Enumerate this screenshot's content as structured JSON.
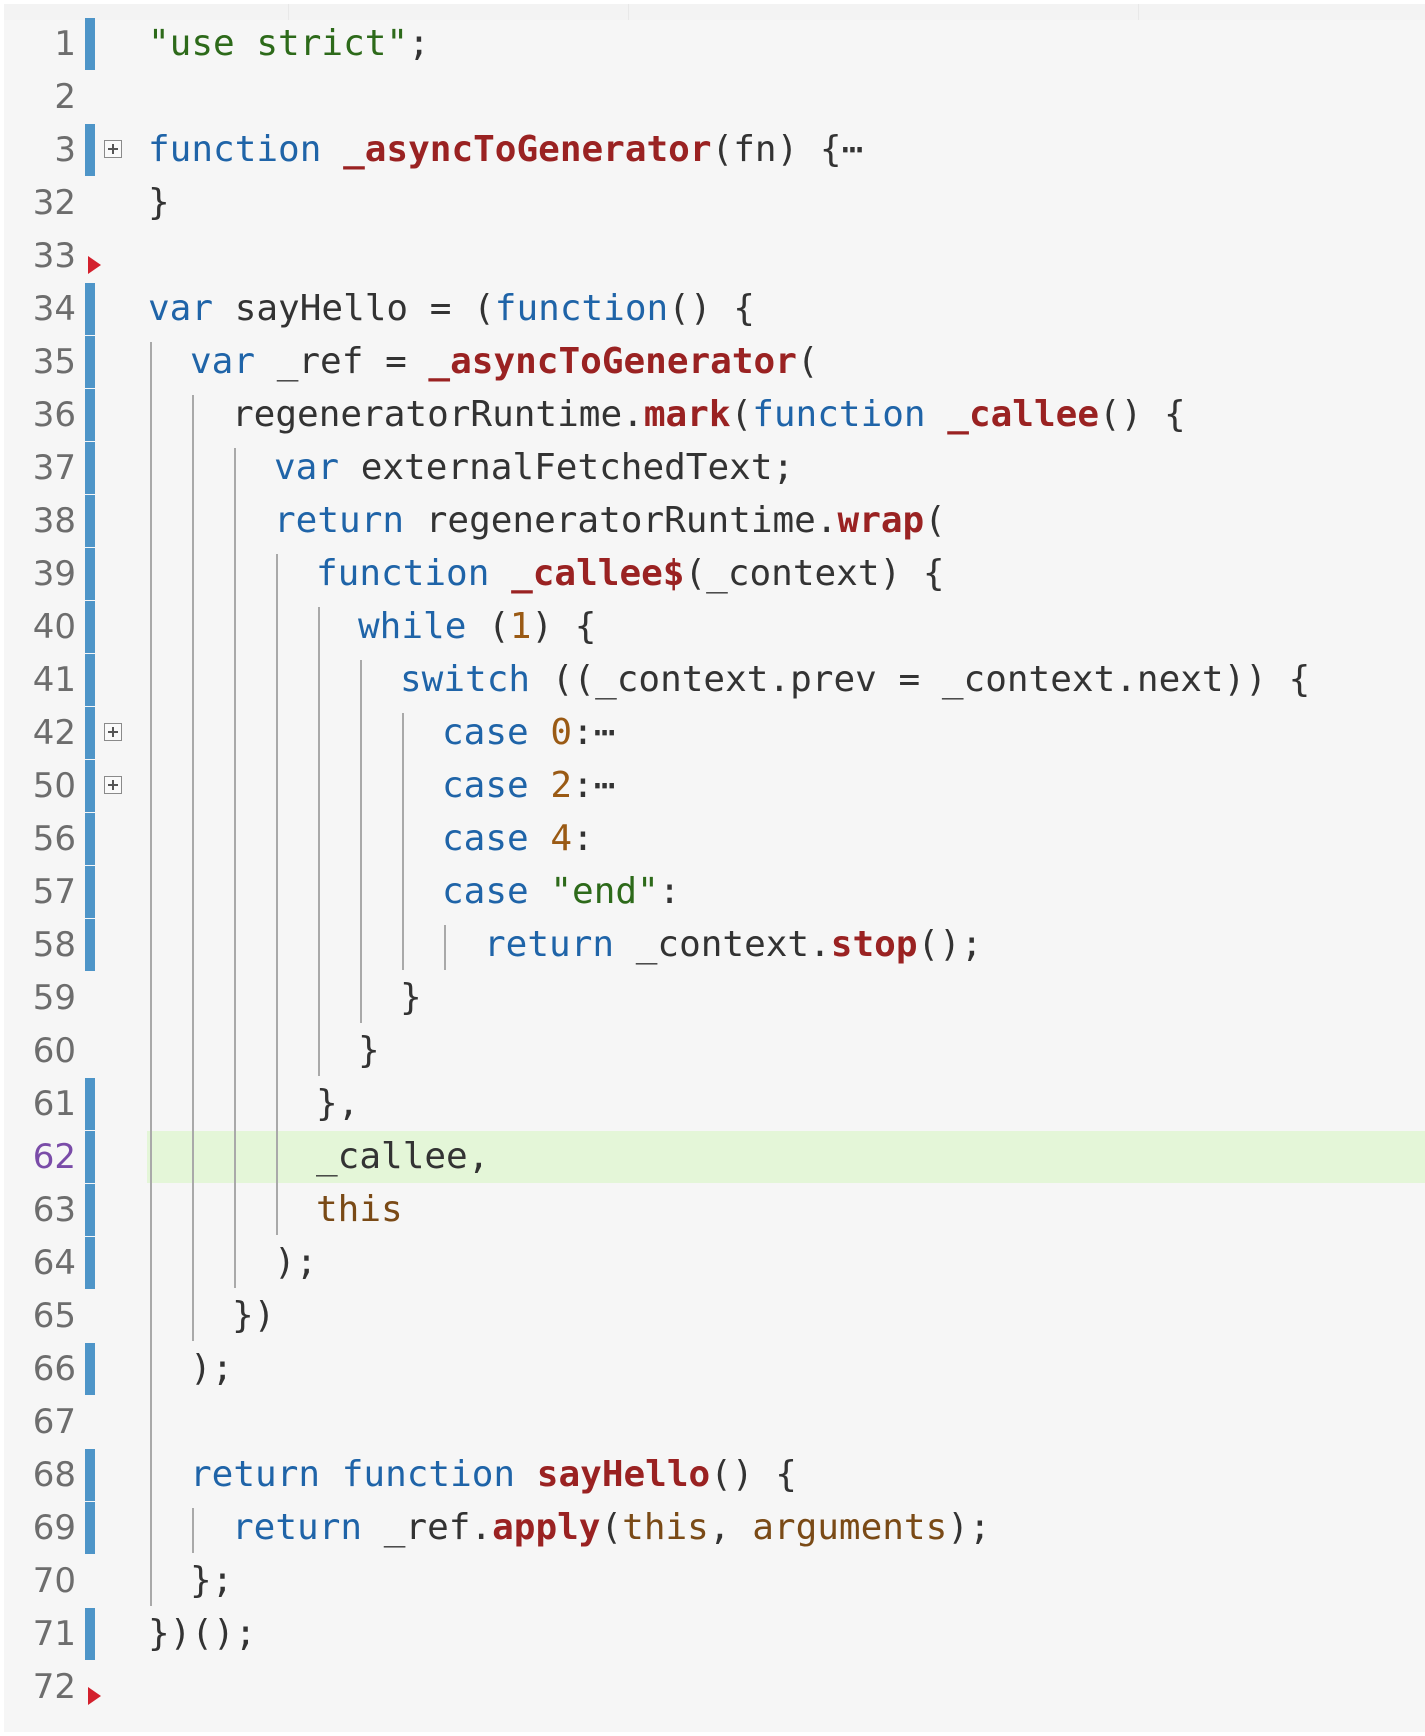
{
  "editor": {
    "language": "javascript",
    "highlighted_line": "62",
    "colors": {
      "keyword": "#1f64a8",
      "function_name": "#9a2222",
      "number": "#9a5a14",
      "string": "#2d6a1a",
      "builtin": "#7a4a16",
      "change_bar": "#4e95c8",
      "breakpoint_marker": "#d3202d",
      "current_line": "#e4f6d8"
    },
    "lines": [
      {
        "num": "1",
        "indent": 0,
        "bar": true,
        "tokens": [
          {
            "t": "\"use strict\"",
            "c": "s"
          },
          {
            "t": ";",
            "c": "o"
          }
        ]
      },
      {
        "num": "2",
        "indent": 0,
        "tokens": []
      },
      {
        "num": "3",
        "indent": 0,
        "bar": true,
        "fold": true,
        "tokens": [
          {
            "t": "function ",
            "c": "k"
          },
          {
            "t": "_asyncToGenerator",
            "c": "f"
          },
          {
            "t": "(fn) {",
            "c": "o"
          },
          {
            "t": "⋯",
            "c": "o"
          }
        ]
      },
      {
        "num": "32",
        "indent": 0,
        "tokens": [
          {
            "t": "}",
            "c": "o"
          }
        ]
      },
      {
        "num": "33",
        "indent": 0,
        "marker": true,
        "tokens": []
      },
      {
        "num": "34",
        "indent": 0,
        "bar": true,
        "tokens": [
          {
            "t": "var ",
            "c": "k"
          },
          {
            "t": "sayHello = (",
            "c": "o"
          },
          {
            "t": "function",
            "c": "k"
          },
          {
            "t": "() {",
            "c": "o"
          }
        ]
      },
      {
        "num": "35",
        "indent": 1,
        "bar": true,
        "tokens": [
          {
            "t": "var ",
            "c": "k"
          },
          {
            "t": "_ref = ",
            "c": "o"
          },
          {
            "t": "_asyncToGenerator",
            "c": "f"
          },
          {
            "t": "(",
            "c": "o"
          }
        ]
      },
      {
        "num": "36",
        "indent": 2,
        "bar": true,
        "tokens": [
          {
            "t": "regeneratorRuntime.",
            "c": "o"
          },
          {
            "t": "mark",
            "c": "f"
          },
          {
            "t": "(",
            "c": "o"
          },
          {
            "t": "function ",
            "c": "k"
          },
          {
            "t": "_callee",
            "c": "f"
          },
          {
            "t": "() {",
            "c": "o"
          }
        ]
      },
      {
        "num": "37",
        "indent": 3,
        "bar": true,
        "tokens": [
          {
            "t": "var ",
            "c": "k"
          },
          {
            "t": "externalFetchedText;",
            "c": "o"
          }
        ]
      },
      {
        "num": "38",
        "indent": 3,
        "bar": true,
        "tokens": [
          {
            "t": "return ",
            "c": "k"
          },
          {
            "t": "regeneratorRuntime.",
            "c": "o"
          },
          {
            "t": "wrap",
            "c": "f"
          },
          {
            "t": "(",
            "c": "o"
          }
        ]
      },
      {
        "num": "39",
        "indent": 4,
        "bar": true,
        "tokens": [
          {
            "t": "function ",
            "c": "k"
          },
          {
            "t": "_callee$",
            "c": "f"
          },
          {
            "t": "(_context) {",
            "c": "o"
          }
        ]
      },
      {
        "num": "40",
        "indent": 5,
        "bar": true,
        "tokens": [
          {
            "t": "while ",
            "c": "k"
          },
          {
            "t": "(",
            "c": "o"
          },
          {
            "t": "1",
            "c": "n"
          },
          {
            "t": ") {",
            "c": "o"
          }
        ]
      },
      {
        "num": "41",
        "indent": 6,
        "bar": true,
        "tokens": [
          {
            "t": "switch ",
            "c": "k"
          },
          {
            "t": "((_context.prev = _context.next)) {",
            "c": "o"
          }
        ]
      },
      {
        "num": "42",
        "indent": 7,
        "bar": true,
        "fold": true,
        "tokens": [
          {
            "t": "case ",
            "c": "k"
          },
          {
            "t": "0",
            "c": "n"
          },
          {
            "t": ":",
            "c": "o"
          },
          {
            "t": "⋯",
            "c": "o"
          }
        ]
      },
      {
        "num": "50",
        "indent": 7,
        "bar": true,
        "fold": true,
        "tokens": [
          {
            "t": "case ",
            "c": "k"
          },
          {
            "t": "2",
            "c": "n"
          },
          {
            "t": ":",
            "c": "o"
          },
          {
            "t": "⋯",
            "c": "o"
          }
        ]
      },
      {
        "num": "56",
        "indent": 7,
        "bar": true,
        "tokens": [
          {
            "t": "case ",
            "c": "k"
          },
          {
            "t": "4",
            "c": "n"
          },
          {
            "t": ":",
            "c": "o"
          }
        ]
      },
      {
        "num": "57",
        "indent": 7,
        "bar": true,
        "tokens": [
          {
            "t": "case ",
            "c": "k"
          },
          {
            "t": "\"end\"",
            "c": "s"
          },
          {
            "t": ":",
            "c": "o"
          }
        ]
      },
      {
        "num": "58",
        "indent": 8,
        "bar": true,
        "tokens": [
          {
            "t": "return ",
            "c": "k"
          },
          {
            "t": "_context.",
            "c": "o"
          },
          {
            "t": "stop",
            "c": "f"
          },
          {
            "t": "();",
            "c": "o"
          }
        ]
      },
      {
        "num": "59",
        "indent": 6,
        "tokens": [
          {
            "t": "}",
            "c": "o"
          }
        ]
      },
      {
        "num": "60",
        "indent": 5,
        "tokens": [
          {
            "t": "}",
            "c": "o"
          }
        ]
      },
      {
        "num": "61",
        "indent": 4,
        "bar": true,
        "tokens": [
          {
            "t": "},",
            "c": "o"
          }
        ]
      },
      {
        "num": "62",
        "indent": 4,
        "bar": true,
        "highlight": true,
        "tokens": [
          {
            "t": "_callee,",
            "c": "o"
          }
        ]
      },
      {
        "num": "63",
        "indent": 4,
        "bar": true,
        "tokens": [
          {
            "t": "this",
            "c": "v"
          }
        ]
      },
      {
        "num": "64",
        "indent": 3,
        "bar": true,
        "tokens": [
          {
            "t": ");",
            "c": "o"
          }
        ]
      },
      {
        "num": "65",
        "indent": 2,
        "tokens": [
          {
            "t": "})",
            "c": "o"
          }
        ]
      },
      {
        "num": "66",
        "indent": 1,
        "bar": true,
        "tokens": [
          {
            "t": ");",
            "c": "o"
          }
        ]
      },
      {
        "num": "67",
        "indent": 0,
        "tokens": []
      },
      {
        "num": "68",
        "indent": 1,
        "bar": true,
        "tokens": [
          {
            "t": "return ",
            "c": "k"
          },
          {
            "t": "function ",
            "c": "k"
          },
          {
            "t": "sayHello",
            "c": "f"
          },
          {
            "t": "() {",
            "c": "o"
          }
        ]
      },
      {
        "num": "69",
        "indent": 2,
        "bar": true,
        "tokens": [
          {
            "t": "return ",
            "c": "k"
          },
          {
            "t": "_ref.",
            "c": "o"
          },
          {
            "t": "apply",
            "c": "f"
          },
          {
            "t": "(",
            "c": "o"
          },
          {
            "t": "this",
            "c": "v"
          },
          {
            "t": ", ",
            "c": "o"
          },
          {
            "t": "arguments",
            "c": "v"
          },
          {
            "t": ");",
            "c": "o"
          }
        ]
      },
      {
        "num": "70",
        "indent": 1,
        "tokens": [
          {
            "t": "};",
            "c": "o"
          }
        ]
      },
      {
        "num": "71",
        "indent": 0,
        "bar": true,
        "tokens": [
          {
            "t": "})();",
            "c": "o"
          }
        ]
      },
      {
        "num": "72",
        "indent": 0,
        "marker": true,
        "tokens": []
      }
    ]
  }
}
